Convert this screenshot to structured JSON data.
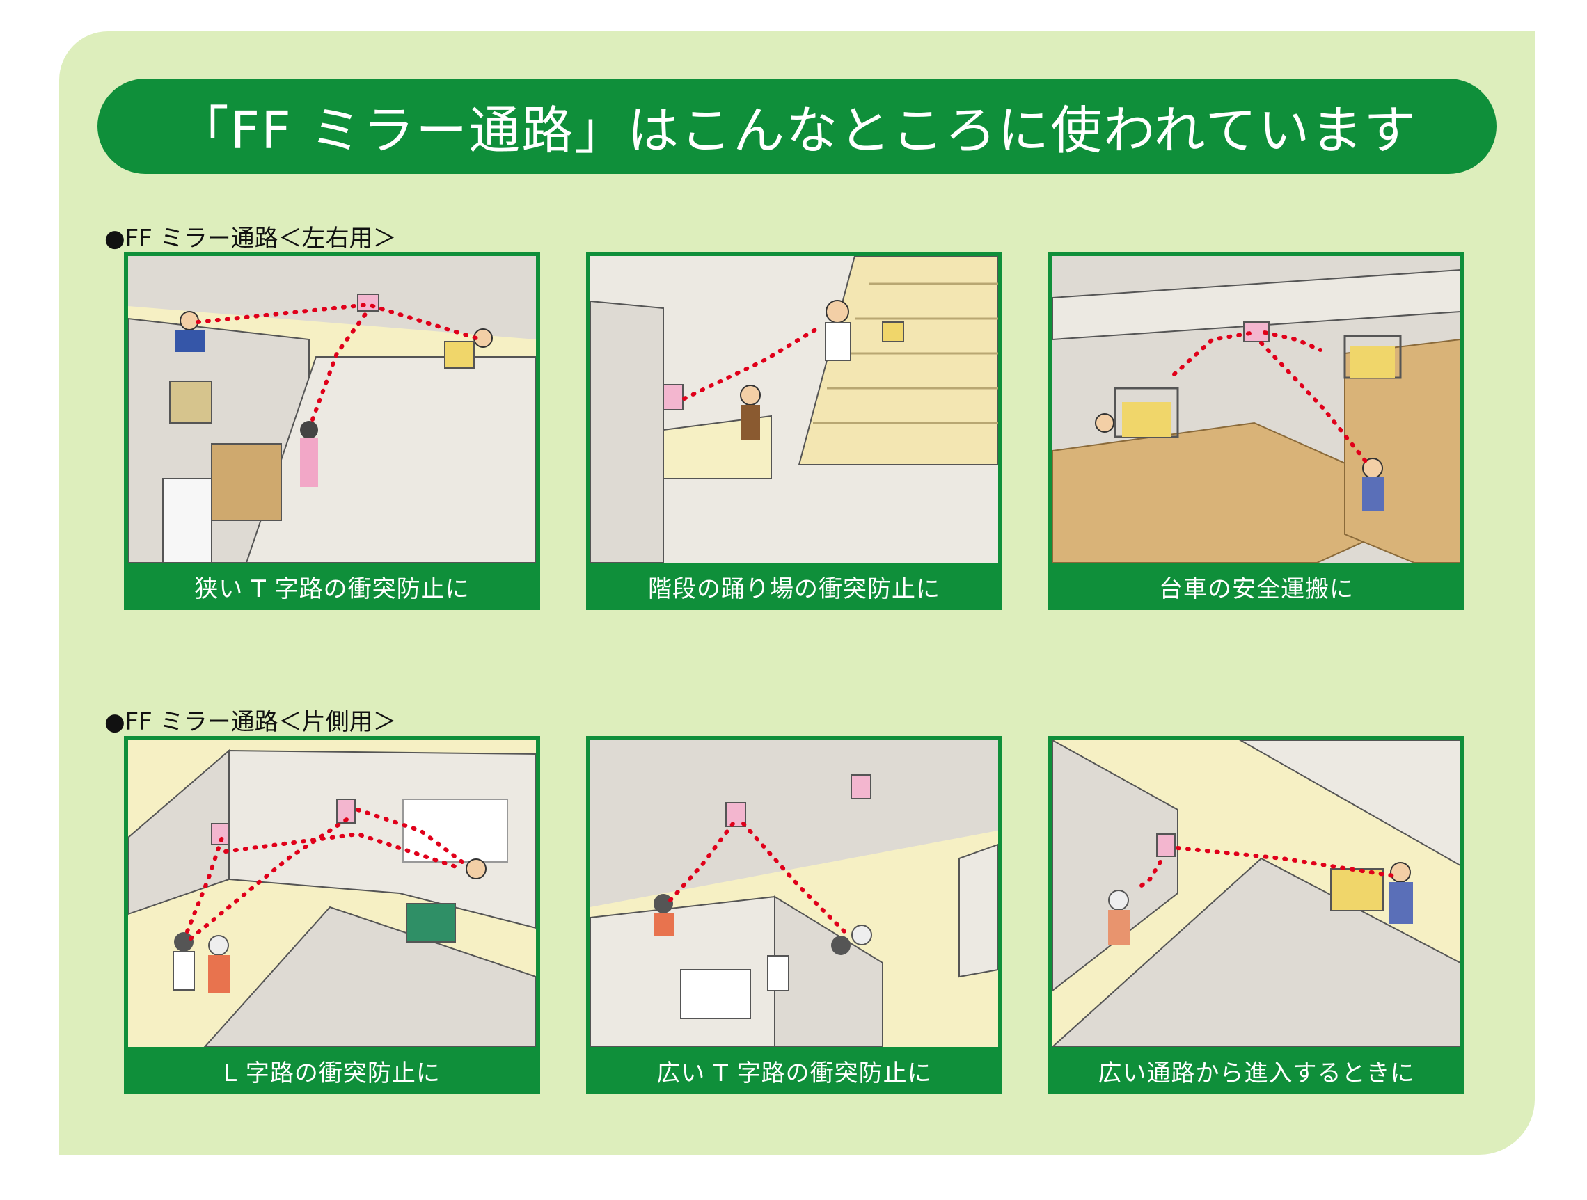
{
  "title": "「FF ミラー通路」はこんなところに使われています",
  "sections": [
    {
      "label": "●FF ミラー通路＜左右用＞",
      "cards": [
        {
          "caption": "狭い T 字路の衝突防止に"
        },
        {
          "caption": "階段の踊り場の衝突防止に"
        },
        {
          "caption": "台車の安全運搬に"
        }
      ]
    },
    {
      "label": "●FF ミラー通路＜片側用＞",
      "cards": [
        {
          "caption": "L 字路の衝突防止に"
        },
        {
          "caption": "広い T 字路の衝突防止に"
        },
        {
          "caption": "広い通路から進入するときに"
        }
      ]
    }
  ],
  "colors": {
    "accent_green": "#0f8f3a",
    "background_green": "#ddeebc",
    "floor_cream": "#f6f0c4",
    "wall_gray": "#dedad3",
    "mirror_pink": "#f3b6cf",
    "arrow_red": "#e0001a"
  }
}
